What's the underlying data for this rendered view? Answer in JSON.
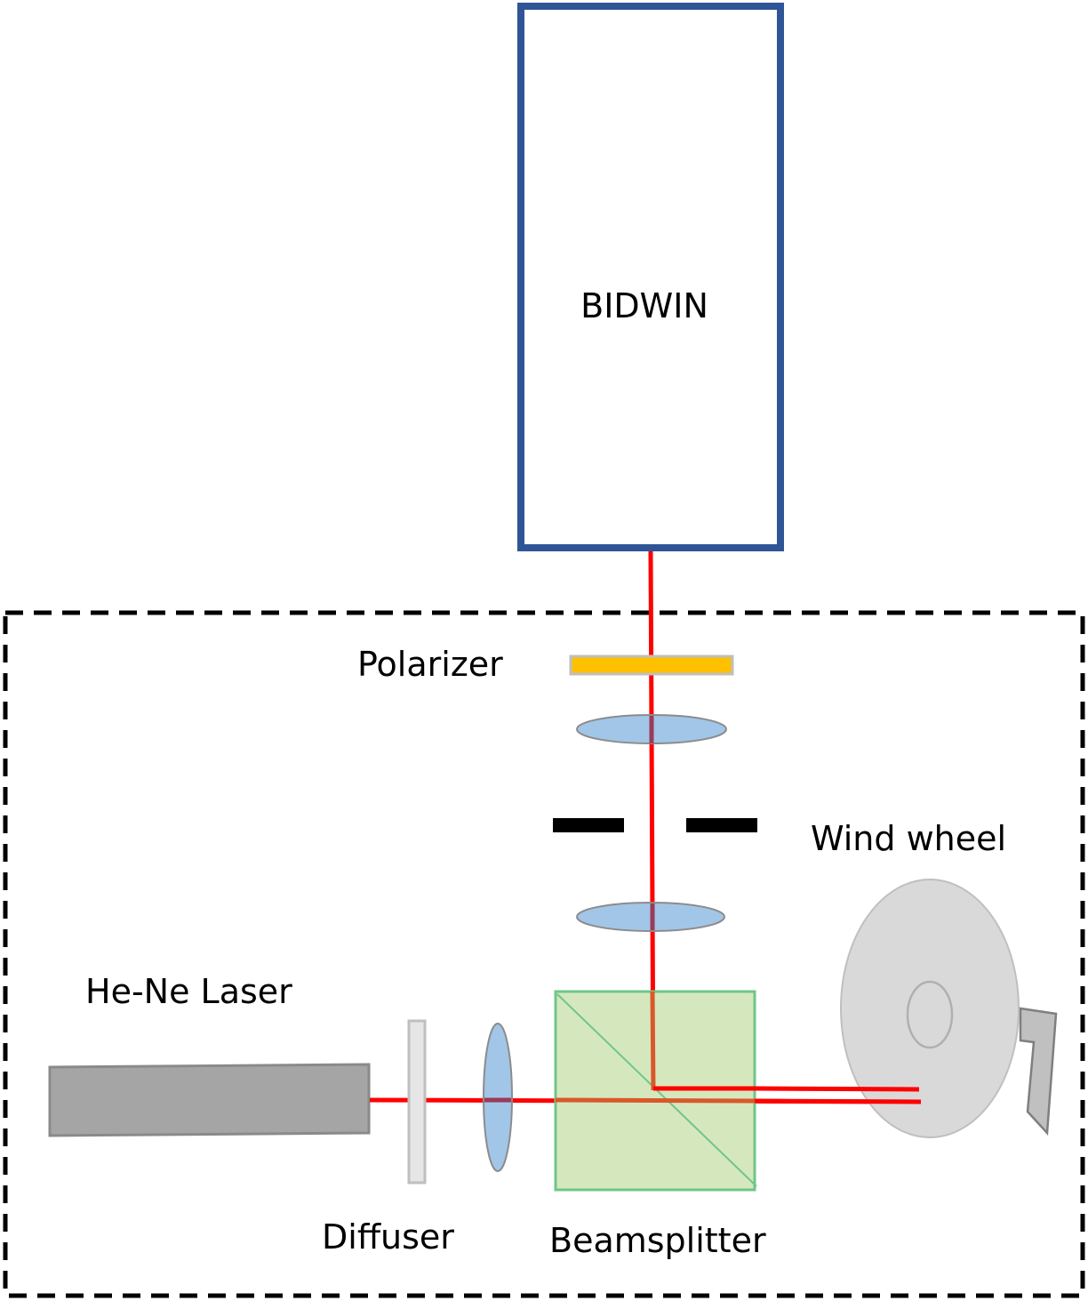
{
  "diagram": {
    "type": "optical setup schematic",
    "labels": {
      "detector": "BIDWIN",
      "polarizer": "Polarizer",
      "wind_wheel": "Wind wheel",
      "laser": "He-Ne Laser",
      "diffuser": "Diffuser",
      "beamsplitter": "Beamsplitter"
    },
    "components": [
      {
        "id": "bidwin",
        "kind": "detector-box"
      },
      {
        "id": "polarizer",
        "kind": "polarizer-plate"
      },
      {
        "id": "lens-upper",
        "kind": "lens"
      },
      {
        "id": "aperture",
        "kind": "iris"
      },
      {
        "id": "lens-lower",
        "kind": "lens"
      },
      {
        "id": "beamsplitter",
        "kind": "cube-beamsplitter"
      },
      {
        "id": "wind-wheel",
        "kind": "rotating-target"
      },
      {
        "id": "laser",
        "kind": "he-ne-laser"
      },
      {
        "id": "diffuser",
        "kind": "diffuser-plate"
      },
      {
        "id": "lens-horizontal",
        "kind": "lens"
      }
    ],
    "colors": {
      "detector_border": "#2f5597",
      "beam": "#ff0000",
      "beam_in_optic": "#d9582b",
      "polarizer_fill": "#ffc000",
      "lens_fill": "#9dc3e6",
      "beamsplitter_fill": "#d5e8bd",
      "beamsplitter_border": "#70c58a",
      "laser_fill": "#a5a5a5",
      "wheel_fill": "#d9d9d9",
      "diffuser_fill": "#e7e6e6",
      "enclosure": "#000000"
    }
  }
}
